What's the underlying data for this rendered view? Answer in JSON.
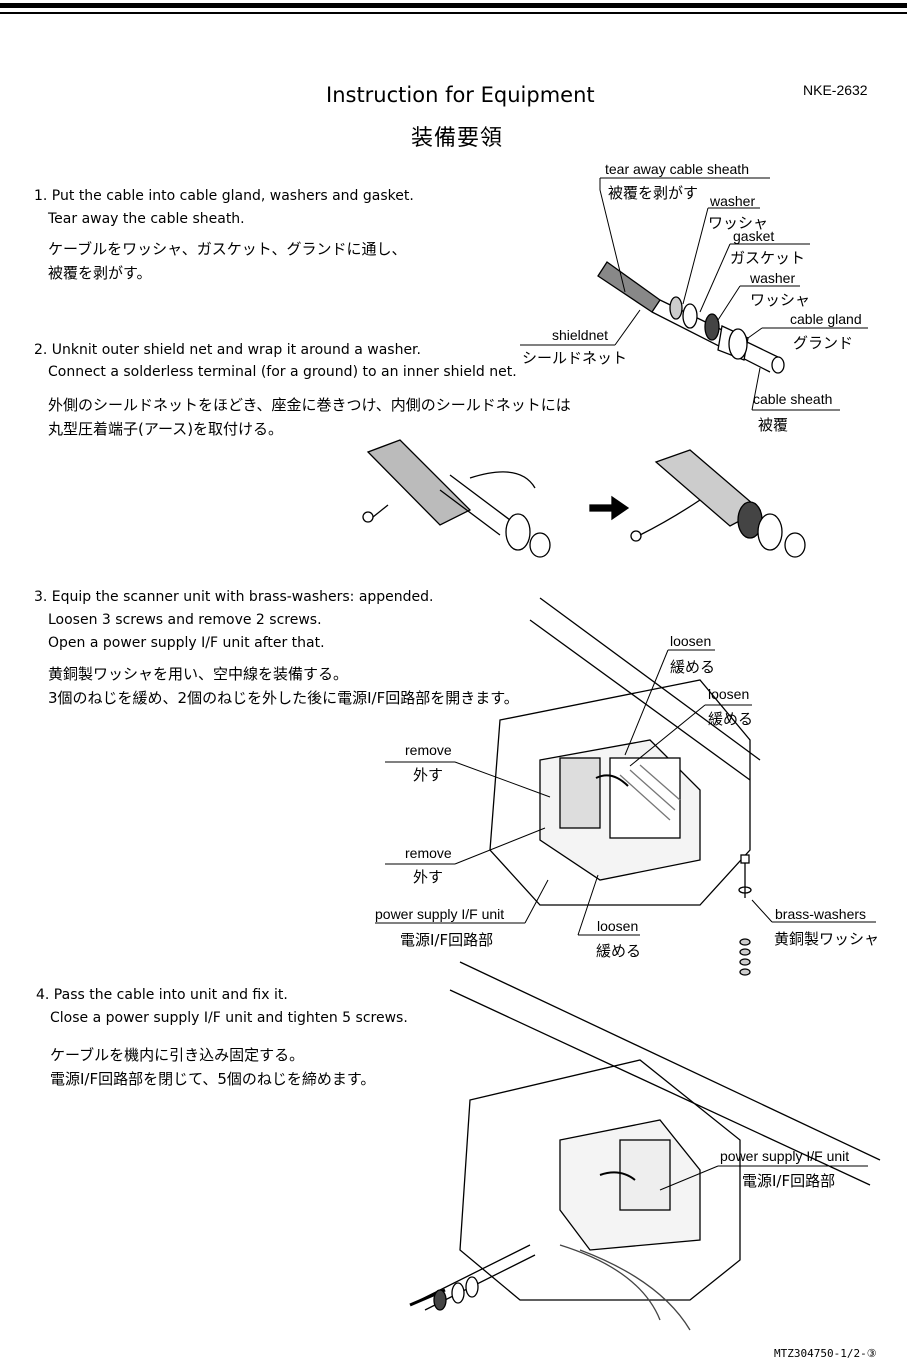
{
  "header": {
    "title": "Instruction for Equipment",
    "title_ja": "装備要領",
    "doc_number": "NKE-2632"
  },
  "steps": [
    {
      "lines_en": [
        "1. Put the cable into cable gland, washers and gasket.",
        "Tear away the cable sheath."
      ],
      "lines_ja": [
        "ケーブルをワッシャ、ガスケット、グランドに通し、",
        "被覆を剥がす。"
      ]
    },
    {
      "lines_en": [
        "2. Unknit outer shield net and wrap it around a washer.",
        "Connect a solderless terminal (for a ground) to an inner shield net."
      ],
      "lines_ja": [
        "外側のシールドネットをほどき、座金に巻きつけ、内側のシールドネットには",
        "丸型圧着端子(アース)を取付ける。"
      ]
    },
    {
      "lines_en": [
        "3. Equip the scanner unit with brass-washers: appended.",
        "Loosen 3 screws and remove 2 screws.",
        "Open  a power supply I/F unit after that."
      ],
      "lines_ja": [
        "黄銅製ワッシャを用い、空中線を装備する。",
        "3個のねじを緩め、2個のねじを外した後に電源I/F回路部を開きます。"
      ]
    },
    {
      "lines_en": [
        "4. Pass the cable into unit and fix it.",
        "Close a power supply I/F unit and tighten 5 screws."
      ],
      "lines_ja": [
        "ケーブルを機内に引き込み固定する。",
        "電源I/F回路部を閉じて、5個のねじを締めます。"
      ]
    }
  ],
  "labels": {
    "tear_away": {
      "en": "tear away cable sheath",
      "ja": "被覆を剥がす"
    },
    "washer1": {
      "en": "washer",
      "ja": "ワッシャ"
    },
    "gasket": {
      "en": "gasket",
      "ja": "ガスケット"
    },
    "washer2": {
      "en": "washer",
      "ja": "ワッシャ"
    },
    "cable_gland": {
      "en": "cable gland",
      "ja": "グランド"
    },
    "shieldnet": {
      "en": "shieldnet",
      "ja": "シールドネット"
    },
    "cable_sheath": {
      "en": "cable sheath",
      "ja": "被覆"
    },
    "loosen1": {
      "en": "loosen",
      "ja": "緩める"
    },
    "loosen2": {
      "en": "loosen",
      "ja": "緩める"
    },
    "remove1": {
      "en": "remove",
      "ja": "外す"
    },
    "remove2": {
      "en": "remove",
      "ja": "外す"
    },
    "psu3": {
      "en": "power supply I/F unit",
      "ja": "電源I/F回路部"
    },
    "loosen3": {
      "en": "loosen",
      "ja": "緩める"
    },
    "brass": {
      "en": "brass-washers",
      "ja": "黄銅製ワッシャ"
    },
    "psu4": {
      "en": "power supply I/F unit",
      "ja": "電源I/F回路部"
    }
  },
  "footer": {
    "doc_code": "MTZ304750-1/2-③"
  }
}
